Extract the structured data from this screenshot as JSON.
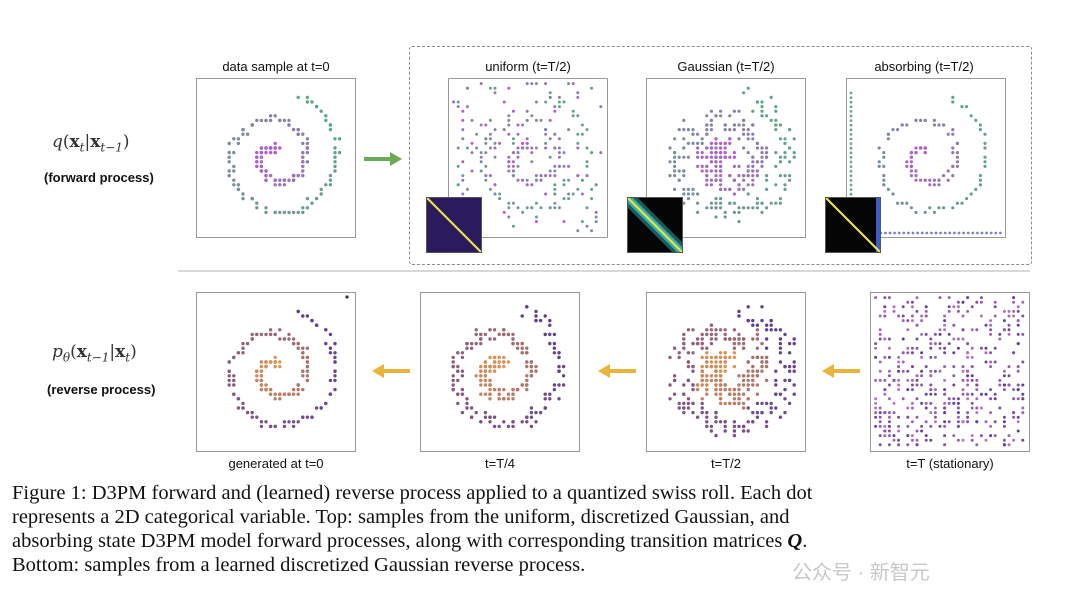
{
  "colors": {
    "arrow_forward": "#6aaa54",
    "arrow_reverse": "#e8b43a"
  },
  "forward": {
    "math_q": "q",
    "math_xt": "x",
    "math_t": "t",
    "math_xtm1": "x",
    "math_tm1": "t−1",
    "label": "(forward process)",
    "panels": [
      {
        "title": "data sample at t=0"
      },
      {
        "title": "uniform (t=T/2)"
      },
      {
        "title": "Gaussian (t=T/2)"
      },
      {
        "title": "absorbing (t=T/2)"
      }
    ]
  },
  "reverse": {
    "math_p": "p",
    "math_theta": "θ",
    "math_xtm1": "x",
    "math_tm1": "t−1",
    "math_xt": "x",
    "math_t": "t",
    "label": "(reverse process)",
    "panels": [
      {
        "caption": "generated at t=0"
      },
      {
        "caption": "t=T/4"
      },
      {
        "caption": "t=T/2"
      },
      {
        "caption": "t=T (stationary)"
      }
    ]
  },
  "figure_caption": {
    "line1": "Figure 1: D3PM forward and (learned) reverse process applied to a quantized swiss roll. Each dot",
    "line2": "represents a 2D categorical variable.  Top: samples from the uniform, discretized Gaussian, and",
    "line3_a": "absorbing state D3PM model forward processes, along with corresponding transition matrices ",
    "line3_q": "Q",
    "line3_b": ".",
    "line4": "Bottom: samples from a learned discretized Gaussian reverse process."
  },
  "watermark": "公众号 · 新智元"
}
